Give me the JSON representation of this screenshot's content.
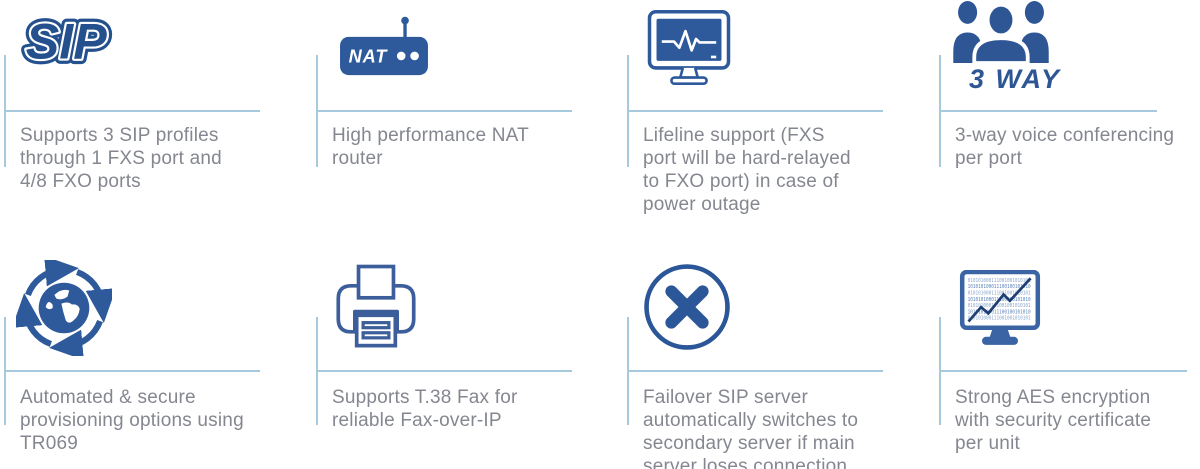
{
  "palette": {
    "icon_blue": "#2e5a9c",
    "icon_navy": "#24518e",
    "rule_blue": "#a7c9de",
    "text_gray": "#84878f",
    "trend_navy": "#1f3f74",
    "binary_blue": "#8aa6cc"
  },
  "icons": {
    "sip_label": "SIP",
    "nat_label": "NAT",
    "three_way_label": "3 WAY",
    "binary_row": "010101000111001001010101",
    "binary_row_alt": "101010100011100100101010"
  },
  "features": [
    {
      "id": "sip-profiles",
      "icon": "sip-logo",
      "lines": [
        "Supports 3 SIP profiles",
        "through 1 FXS port and",
        "4/8 FXO ports"
      ]
    },
    {
      "id": "nat-router",
      "icon": "nat-router",
      "lines": [
        "High performance NAT",
        "router"
      ]
    },
    {
      "id": "lifeline",
      "icon": "lifeline-monitor",
      "lines": [
        "Lifeline support (FXS",
        "port will be hard-relayed",
        "to FXO port) in case of",
        "power outage"
      ]
    },
    {
      "id": "three-way",
      "icon": "conference-users",
      "lines": [
        "3-way voice conferencing",
        "per port"
      ]
    },
    {
      "id": "provisioning",
      "icon": "provisioning-sync-globe",
      "lines": [
        "Automated & secure",
        "provisioning options using",
        "TR069"
      ]
    },
    {
      "id": "t38-fax",
      "icon": "fax-printer",
      "lines": [
        "Supports T.38 Fax for",
        "reliable Fax-over-IP"
      ]
    },
    {
      "id": "failover",
      "icon": "failover-cross",
      "lines": [
        "Failover SIP server",
        "automatically switches to",
        "secondary server if main",
        "server loses connection"
      ]
    },
    {
      "id": "aes-encryption",
      "icon": "aes-binary-monitor",
      "lines": [
        "Strong AES encryption",
        "with security certificate",
        "per unit"
      ]
    }
  ]
}
